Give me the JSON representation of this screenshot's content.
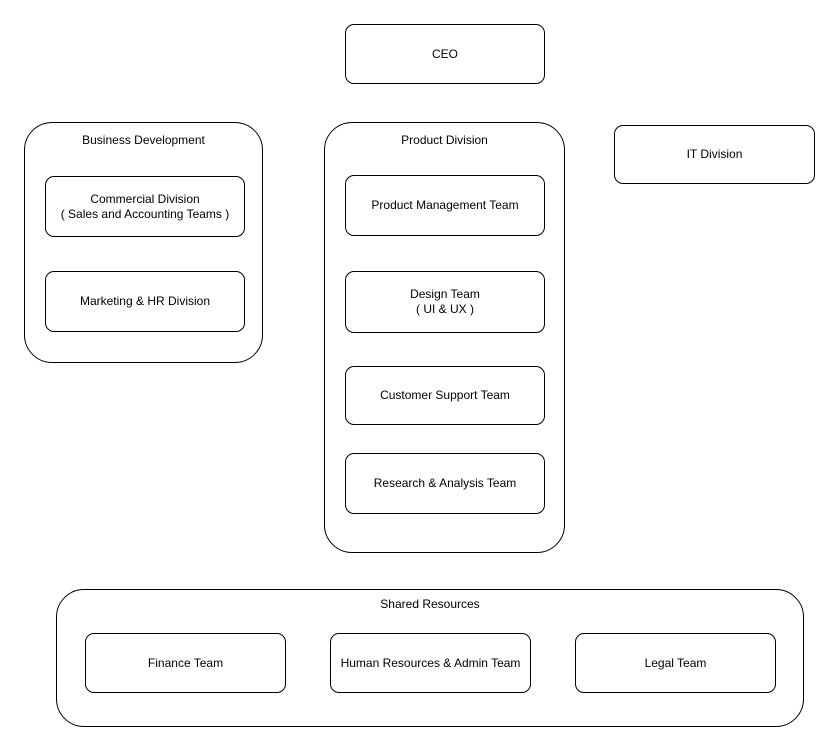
{
  "colors": {
    "border": "#000000",
    "background": "#ffffff",
    "text": "#000000"
  },
  "nodes": {
    "ceo": {
      "label": "CEO"
    },
    "it_division": {
      "label": "IT Division"
    }
  },
  "groups": {
    "business_development": {
      "title": "Business Development",
      "children": [
        {
          "line1": "Commercial Division",
          "line2": "( Sales and Accounting Teams )"
        },
        {
          "line1": "Marketing & HR Division",
          "line2": ""
        }
      ]
    },
    "product_division": {
      "title": "Product Division",
      "children": [
        {
          "line1": "Product Management Team",
          "line2": ""
        },
        {
          "line1": "Design Team",
          "line2": "( UI & UX )"
        },
        {
          "line1": "Customer Support Team",
          "line2": ""
        },
        {
          "line1": "Research & Analysis Team",
          "line2": ""
        }
      ]
    },
    "shared_resources": {
      "title": "Shared Resources",
      "children": [
        {
          "line1": "Finance Team",
          "line2": ""
        },
        {
          "line1": "Human Resources & Admin Team",
          "line2": ""
        },
        {
          "line1": "Legal Team",
          "line2": ""
        }
      ]
    }
  }
}
